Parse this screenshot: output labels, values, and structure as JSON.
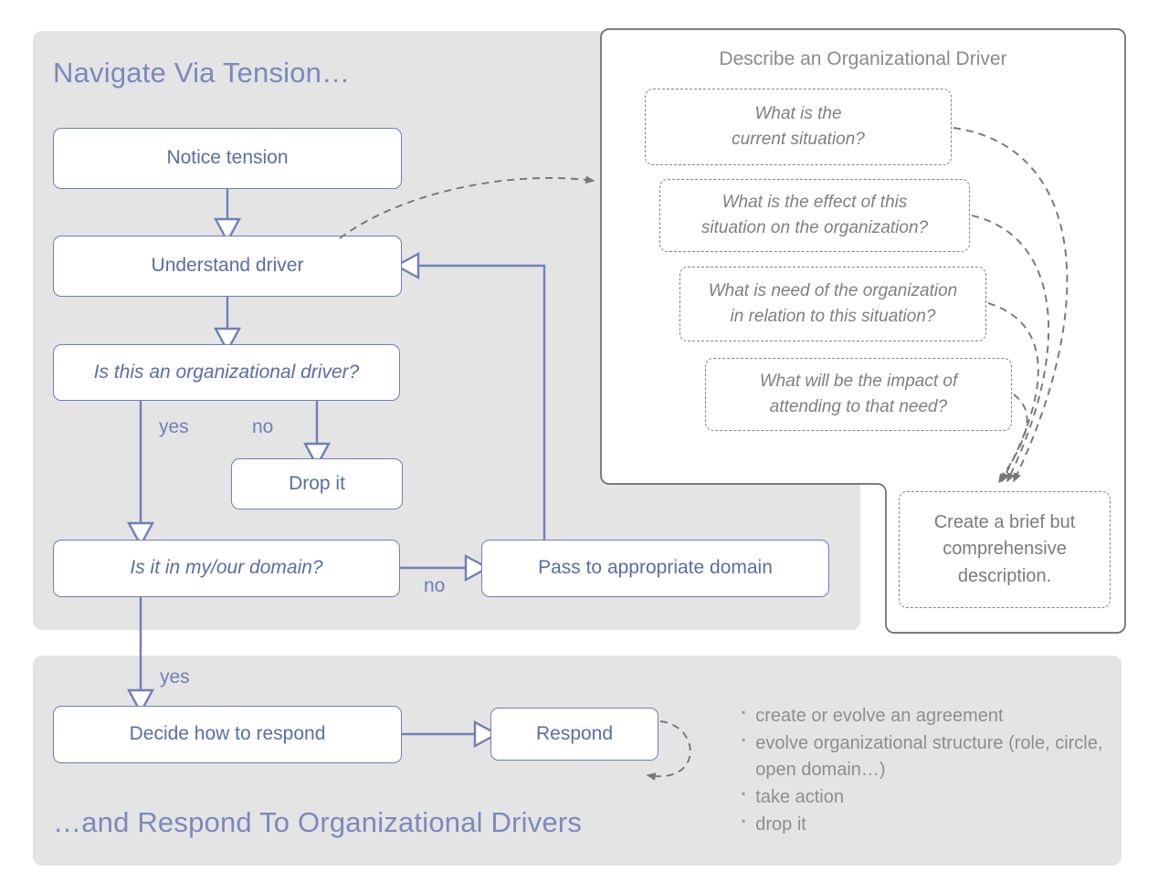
{
  "panels": {
    "top_title": "Navigate Via Tension…",
    "bottom_title": "…and Respond To Organizational Drivers",
    "describe_title": "Describe an Organizational Driver"
  },
  "flow_nodes": {
    "notice_tension": "Notice tension",
    "understand_driver": "Understand driver",
    "is_organizational_driver": "Is this an organizational driver?",
    "drop_it": "Drop it",
    "is_in_my_our_domain": "Is it in my/our domain?",
    "pass_to_appropriate_domain": "Pass to appropriate domain",
    "decide_how_to_respond": "Decide how to respond",
    "respond": "Respond"
  },
  "edge_labels": {
    "org_driver_yes": "yes",
    "org_driver_no": "no",
    "domain_no": "no",
    "domain_yes": "yes"
  },
  "describe_questions": [
    "What is the\ncurrent situation?",
    "What is the effect of this\nsituation on the organization?",
    "What is need of the organization\nin relation to this situation?",
    "What will be the impact of\nattending to that need?"
  ],
  "describe_outcome": "Create a brief but\ncomprehensive\ndescription.",
  "respond_options": [
    "create or evolve an agreement",
    "evolve organizational structure (role, circle, open domain…)",
    "take action",
    "drop it"
  ],
  "colors": {
    "accent_blue": "#6f7fb8",
    "text_blue": "#5b6ca8",
    "title_blue": "#7b89bd",
    "panel_gray": "#e4e4e4",
    "dashed_gray": "#838383",
    "muted_text": "#8e8e8e"
  }
}
